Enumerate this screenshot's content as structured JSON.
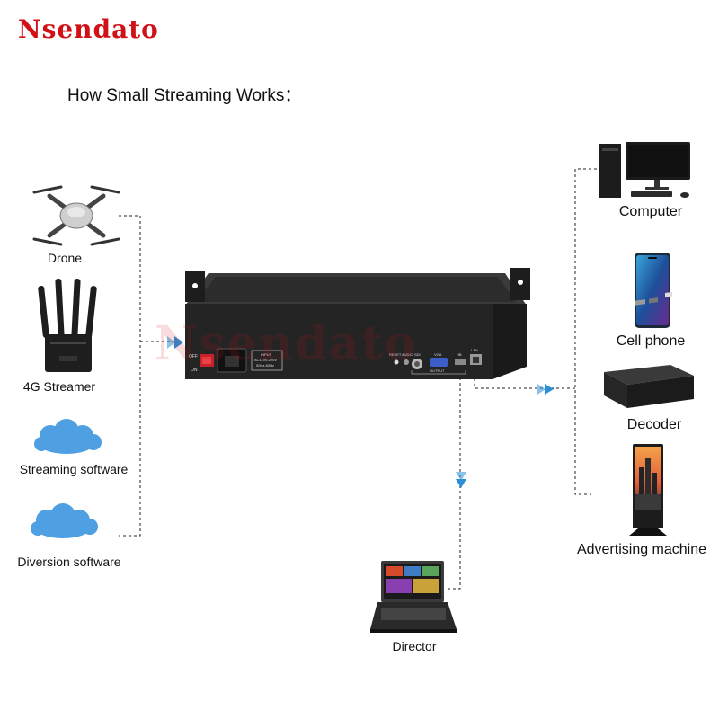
{
  "brand": {
    "name": "Nsendato",
    "color": "#d01218"
  },
  "headline": "How Small Streaming Works：",
  "sources": [
    {
      "label": "Drone",
      "icon": "drone-icon"
    },
    {
      "label": "4G Streamer",
      "icon": "router-icon"
    },
    {
      "label": "Streaming software",
      "icon": "cloud-icon"
    },
    {
      "label": "Diversion software",
      "icon": "cloud-icon"
    }
  ],
  "outputs": [
    {
      "label": "Computer",
      "icon": "computer-icon"
    },
    {
      "label": "Cell phone",
      "icon": "phone-icon"
    },
    {
      "label": "Decoder",
      "icon": "decoder-icon"
    },
    {
      "label": "Advertising machine",
      "icon": "kiosk-icon"
    }
  ],
  "director": {
    "label": "Director",
    "icon": "laptop-icon"
  },
  "device": {
    "icon": "encoder-device-icon",
    "power_top": "OFF",
    "power_bottom": "ON",
    "input_line1": "INPUT",
    "input_line2": "AC110V-220V",
    "input_line3": "50Hz-60Hz",
    "port_reset": "RESET",
    "port_audio": "AUDIO",
    "port_sdi": "SDI",
    "port_vga": "VGA",
    "port_hdmi": "HB",
    "port_lan": "LAN",
    "output_label": "OUTPUT"
  },
  "colors": {
    "connector_line": "#222222",
    "arrow": "#2a8fd8",
    "cloud": "#4f9fe3",
    "device_body": "#242424"
  }
}
